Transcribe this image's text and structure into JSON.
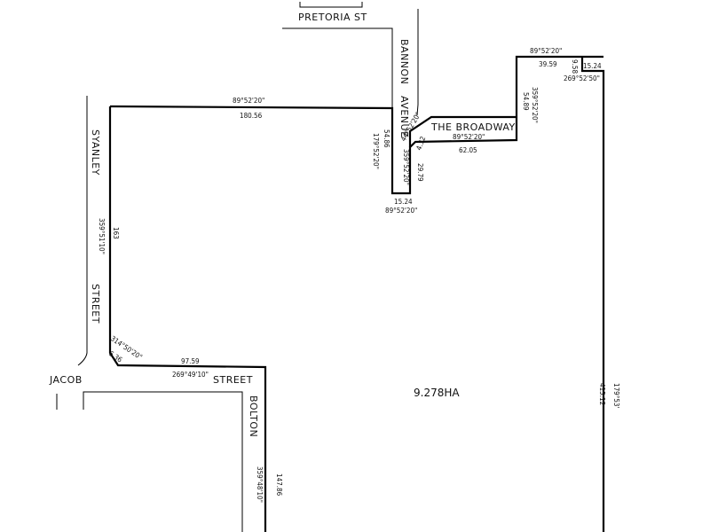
{
  "streets": {
    "pretoria": "PRETORIA ST",
    "bannon": "BANNON",
    "avenue": "AVENUE",
    "broadway": "THE BROADWAY",
    "syanley": "SYANLEY",
    "street_left": "STREET",
    "jacob": "JACOB",
    "street_bottom": "STREET",
    "bolton": "BOLTON"
  },
  "area_label": "9.278HA",
  "bearings": {
    "top_long": "89°52'20\"",
    "top_right": "89°52'20\"",
    "right_small_bottom": "269°52'50\"",
    "broadway_bottom": "89°52'20\"",
    "bannon_left": "179°52'20\"",
    "bannon_bottom": "89°52'20\"",
    "bannon_inner": "359°52'20\"",
    "diag_44": "44°52'20\"",
    "right_step": "359°52'20\"",
    "left_long": "359°51'10\"",
    "corner_diag": "314°50'20\"",
    "bottom": "269°49'10\"",
    "bolton": "359°48'10\"",
    "east": "179°53'"
  },
  "distances": {
    "top_long": "180.56",
    "top_right": "39.59",
    "right_small": "15.24",
    "right_small_v": "9.58",
    "broadway": "62.05",
    "bannon_left": "54.86",
    "bannon_bottom": "15.24",
    "bannon_inner": "29.79",
    "diag_44": "4.32",
    "right_step": "54.89",
    "left_long": "163",
    "corner_diag": "6.36",
    "bottom": "97.59",
    "bolton": "147.86",
    "east": "415.12"
  }
}
